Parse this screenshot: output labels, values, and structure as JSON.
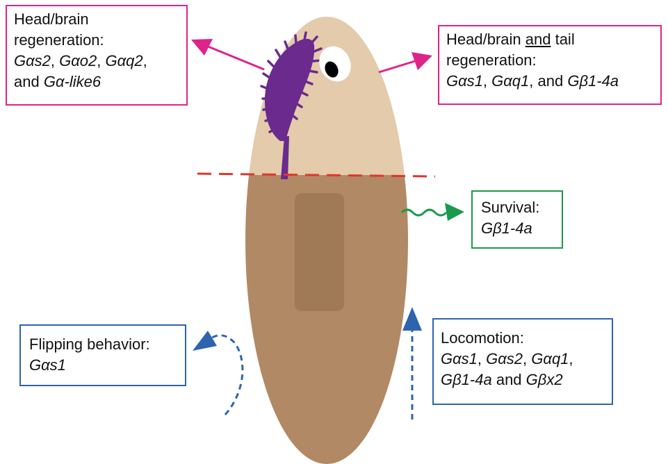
{
  "colors": {
    "head_region": "#e3cbab",
    "body_region": "#b18964",
    "pharynx": "#a07a56",
    "brain": "#6a2a8e",
    "cut_line": "#e0362b",
    "pink_arrow": "#e0228b",
    "green_arrow": "#1a9a4a",
    "blue_arrow": "#2d64ad",
    "pink_border": "#e0228b",
    "green_border": "#1a9a4a",
    "blue_border": "#2d64ad"
  },
  "boxes": {
    "head_regen": {
      "line1": "Head/brain",
      "line2": "regeneration:",
      "line3": [
        {
          "text": "Gαs2",
          "style": "italic"
        },
        {
          "text": ", ",
          "style": "normal"
        },
        {
          "text": "Gαo2",
          "style": "italic"
        },
        {
          "text": ", ",
          "style": "normal"
        },
        {
          "text": "Gαq2",
          "style": "italic"
        },
        {
          "text": ",",
          "style": "normal"
        }
      ],
      "line4": [
        {
          "text": "and ",
          "style": "normal"
        },
        {
          "text": "Gα-like6",
          "style": "italic"
        }
      ]
    },
    "head_tail_regen": {
      "line1": [
        {
          "text": "Head/brain ",
          "style": "normal"
        },
        {
          "text": "and",
          "style": "underline"
        },
        {
          "text": " tail",
          "style": "normal"
        }
      ],
      "line2": "regeneration:",
      "line3": [
        {
          "text": "Gαs1",
          "style": "italic"
        },
        {
          "text": ", ",
          "style": "normal"
        },
        {
          "text": "Gαq1",
          "style": "italic"
        },
        {
          "text": ", and ",
          "style": "normal"
        },
        {
          "text": "Gβ1-4a",
          "style": "italic"
        }
      ]
    },
    "survival": {
      "line1": "Survival:",
      "line2": "Gβ1-4a"
    },
    "flipping": {
      "line1": "Flipping behavior:",
      "line2": "Gαs1"
    },
    "locomotion": {
      "line1": "Locomotion:",
      "line2": [
        {
          "text": "Gαs1",
          "style": "italic"
        },
        {
          "text": ", ",
          "style": "normal"
        },
        {
          "text": "Gαs2",
          "style": "italic"
        },
        {
          "text": ", ",
          "style": "normal"
        },
        {
          "text": "Gαq1",
          "style": "italic"
        },
        {
          "text": ",",
          "style": "normal"
        }
      ],
      "line3": [
        {
          "text": "Gβ1-4a",
          "style": "italic"
        },
        {
          "text": " and ",
          "style": "normal"
        },
        {
          "text": "Gβx2",
          "style": "italic"
        }
      ]
    }
  }
}
